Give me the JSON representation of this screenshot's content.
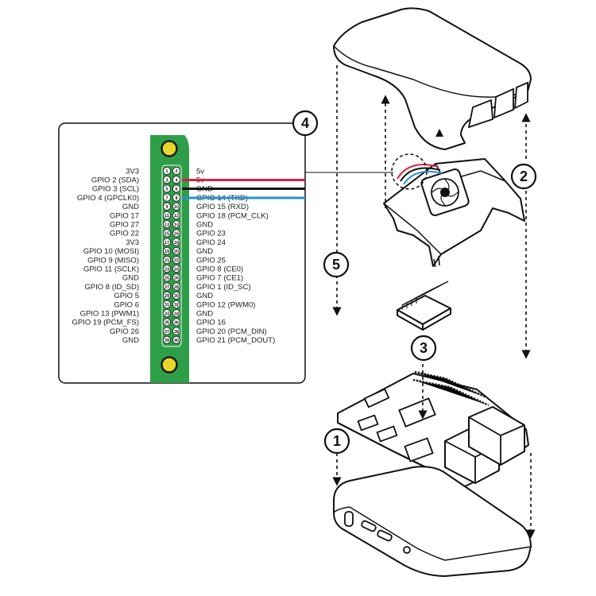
{
  "gpio_header": {
    "left_labels": [
      "3V3",
      "GPIO 2 (SDA)",
      "GPIO 3 (SCL)",
      "GPIO 4 (GPCLK0)",
      "GND",
      "GPIO 17",
      "GPIO 27",
      "GPIO 22",
      "3V3",
      "GPIO 10 (MOSI)",
      "GPIO 9 (MISO)",
      "GPIO 11 (SCLK)",
      "GND",
      "GPIO 8 (ID_SD)",
      "GPIO 5",
      "GPIO 6",
      "GPIO 13 (PWM1)",
      "GPIO 19 (PCM_FS)",
      "GPIO 26",
      "GND"
    ],
    "right_labels": [
      "5v",
      "5v",
      "GND",
      "GPIO 14 (TXD)",
      "GPIO 15 (RXD)",
      "GPIO 18 (PCM_CLK)",
      "GND",
      "GPIO 23",
      "GPIO 24",
      "GND",
      "GPIO 25",
      "GPIO 8 (CE0)",
      "GPIO 7 (CE1)",
      "GPIO 1 (ID_SC)",
      "GND",
      "GPIO 12 (PWM0)",
      "GND",
      "GPIO 16",
      "GPIO 20 (PCM_DIN)",
      "GPIO 21 (PCM_DOUT)"
    ],
    "pin_numbers": [
      "1",
      "2",
      "3",
      "4",
      "5",
      "6",
      "7",
      "8",
      "9",
      "10",
      "11",
      "12",
      "13",
      "14",
      "15",
      "16",
      "17",
      "18",
      "19",
      "20",
      "21",
      "22",
      "23",
      "24",
      "25",
      "26",
      "27",
      "28",
      "29",
      "30",
      "31",
      "32",
      "33",
      "34",
      "35",
      "36",
      "37",
      "38",
      "39",
      "40"
    ]
  },
  "steps": [
    "1",
    "2",
    "3",
    "4",
    "5"
  ],
  "colors": {
    "board_green": "#2e9e48",
    "mount_hole": "#e6d629",
    "wire_red": "#d72245",
    "wire_black": "#111111",
    "wire_blue": "#2a8fd0"
  }
}
